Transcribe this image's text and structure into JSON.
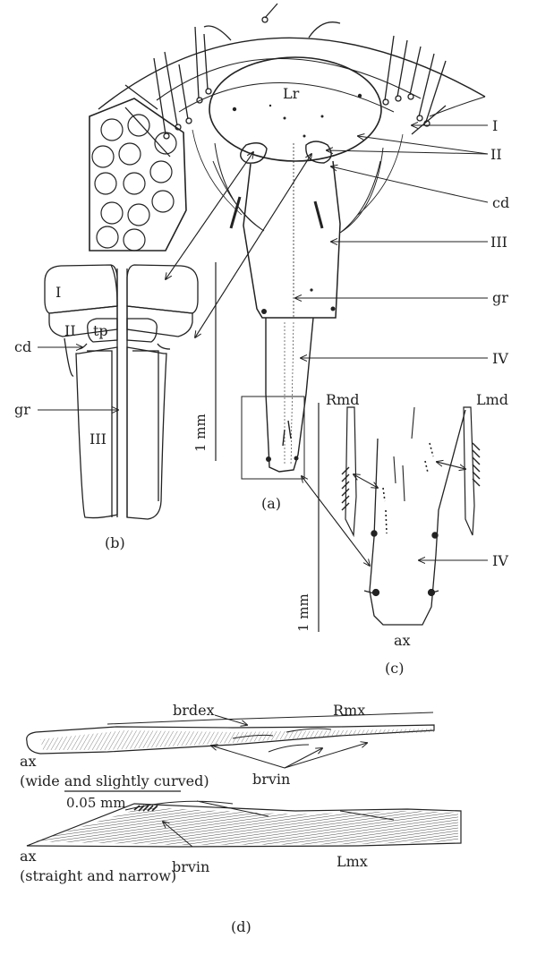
{
  "panel_a": {
    "labels": {
      "lr": "Lr",
      "i": "I",
      "ii": "II",
      "cd": "cd",
      "iii": "III",
      "gr": "gr",
      "iv": "IV"
    },
    "scale_label": "1 mm",
    "caption": "(a)"
  },
  "panel_b": {
    "labels": {
      "i": "I",
      "ii": "II",
      "tp": "tp",
      "cd": "cd",
      "gr": "gr",
      "iii": "III"
    },
    "caption": "(b)"
  },
  "panel_c": {
    "labels": {
      "rmd": "Rmd",
      "lmd": "Lmd",
      "iv": "IV",
      "ax": "ax"
    },
    "scale_label": "1 mm",
    "caption": "(c)"
  },
  "panel_d": {
    "labels": {
      "brdex": "brdex",
      "rmx": "Rmx",
      "ax_top": "ax",
      "ax_top_note": "(wide and slightly curved)",
      "brvin_top": "brvin",
      "scale": "0.05 mm",
      "ax_bottom": "ax",
      "ax_bottom_note": "(straight and narrow)",
      "brvin_bottom": "brvin",
      "lmx": "Lmx"
    },
    "caption": "(d)"
  }
}
